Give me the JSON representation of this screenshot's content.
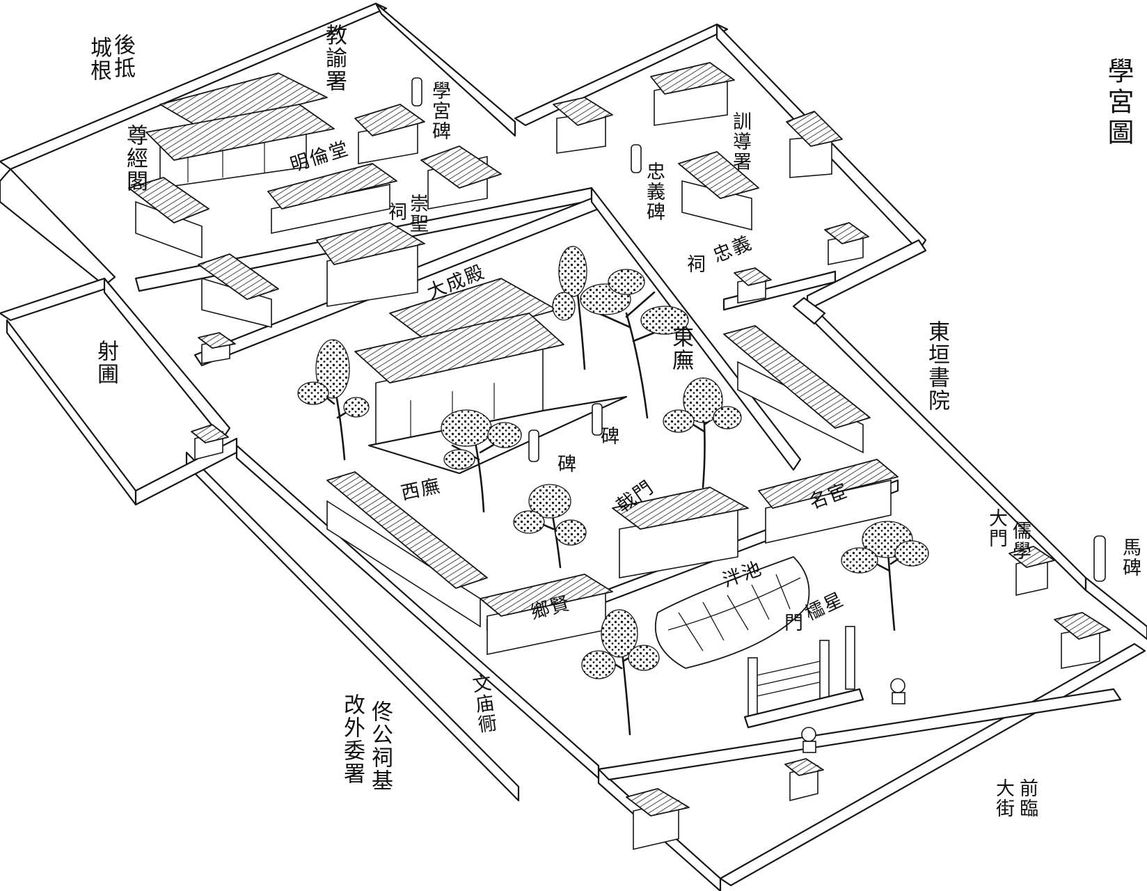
{
  "map": {
    "title": "學宮圖",
    "accent_color": "#161616",
    "labels": {
      "houcheng": "後抵",
      "houcheng2": "城根",
      "jiaoyu": "教諭署",
      "xuegongbei": "學宮碑",
      "zunjingge": "尊經閣",
      "minglun": "明倫堂",
      "chongsheng": "崇聖",
      "chongsheng2": "祠",
      "xundao": "訓導署",
      "zhongyibei": "忠義碑",
      "zhongyici": "忠義",
      "zhongyici2": "祠",
      "dacheng": "大成殿",
      "dongwu": "東廡",
      "dongyuan": "東垣書院",
      "sheyuan": "射圃",
      "xiwu": "西廡",
      "bei1": "碑",
      "bei2": "碑",
      "jimen": "戟門",
      "minghuan": "名宦",
      "ruxue": "儒學",
      "ruxue2": "大門",
      "mabei": "馬碑",
      "xiangxian": "鄉賢",
      "panchi": "泮池",
      "lingxing": "櫺星",
      "lingxing2": "門",
      "wenmiao": "文庙衕",
      "tonggong": "佟公祠基",
      "gaiwai": "改外委署",
      "linjie": "前臨",
      "linjie2": "大街"
    }
  }
}
